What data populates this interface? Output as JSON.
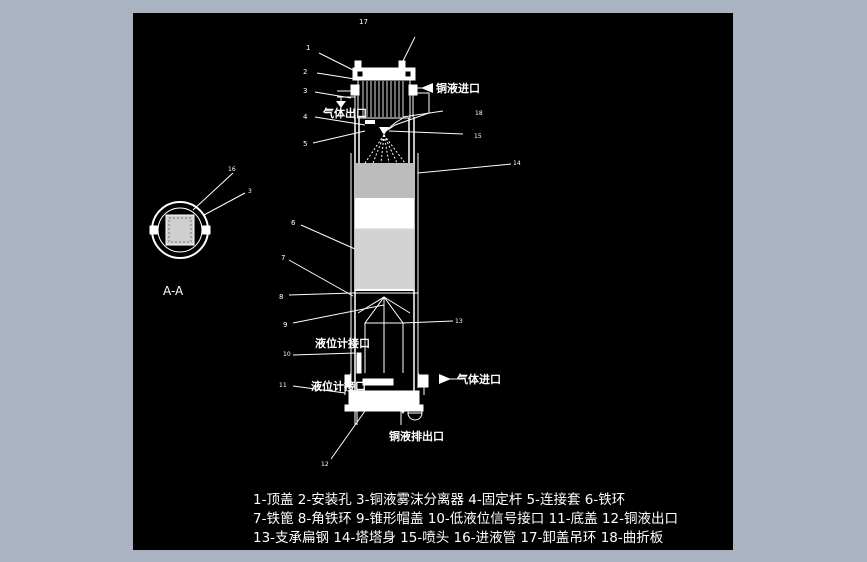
{
  "callouts": {
    "n1": "1",
    "n2": "2",
    "n3": "3",
    "n4": "4",
    "n5": "5",
    "n6": "6",
    "n7": "7",
    "n8": "8",
    "n9": "9",
    "n10": "10",
    "n11": "11",
    "n12": "12",
    "n13": "13",
    "n14": "14",
    "n15": "15",
    "n16": "16",
    "n17": "17",
    "n18": "18",
    "sec16": "16",
    "sec3": "3"
  },
  "labels": {
    "copper_inlet": "铜液进口",
    "gas_outlet": "气体出口",
    "level_port_upper": "液位计接口",
    "level_port_lower": "液位计接口",
    "gas_inlet": "气体进口",
    "copper_drain": "铜液排出口",
    "section": "A-A"
  },
  "legend": {
    "line1": "1-顶盖 2-安装孔 3-铜液雾沫分离器 4-固定杆 5-连接套 6-铁环",
    "line2": "7-铁篦 8-角铁环 9-锥形帽盖 10-低液位信号接口 11-底盖 12-铜液出口",
    "line3": "13-支承扁钢 14-塔塔身 15-喷头 16-进液管 17-卸盖吊环 18-曲折板"
  }
}
